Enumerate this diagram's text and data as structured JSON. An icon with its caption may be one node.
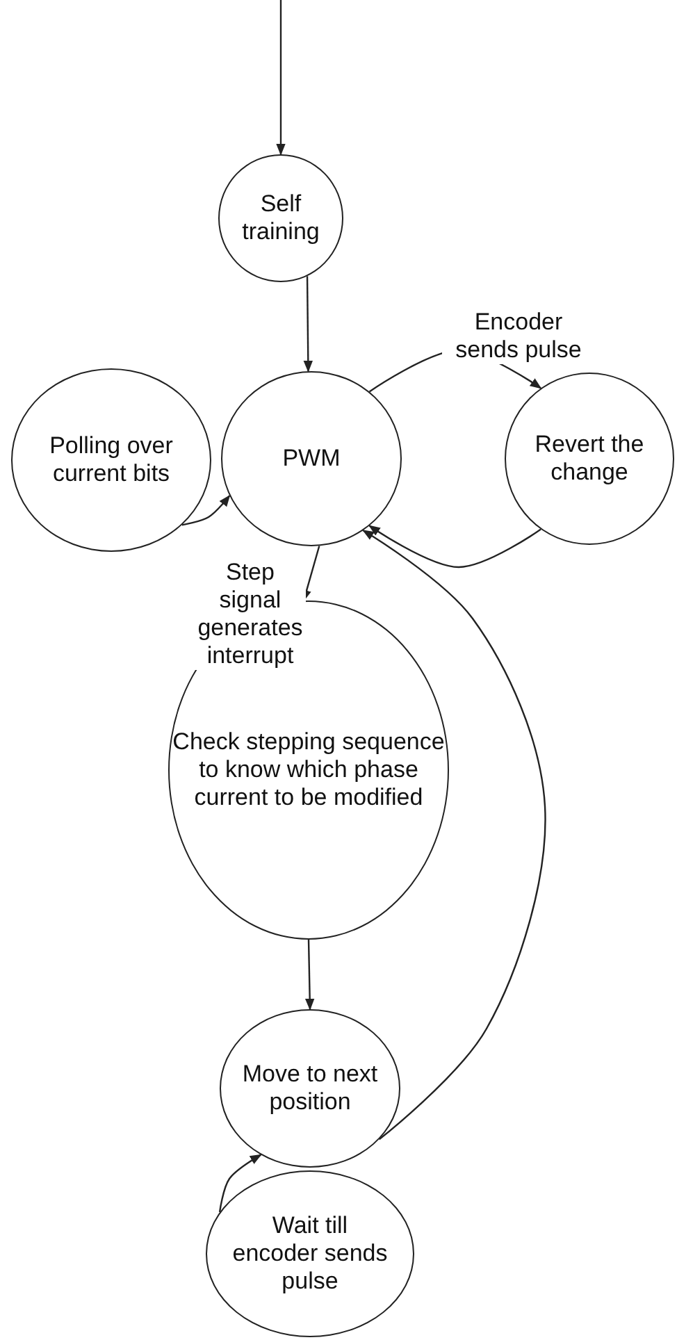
{
  "diagram": {
    "nodes": [
      {
        "text": [
          "Self training"
        ]
      },
      {
        "text": [
          "PWM"
        ]
      },
      {
        "text": [
          "Polling over current bits"
        ]
      },
      {
        "text": [
          "Revert the change"
        ]
      },
      {
        "text": [
          "Check stepping sequence to know which phase current to be modified"
        ]
      },
      {
        "text": [
          "Move to next position"
        ]
      },
      {
        "text": [
          "Wait till encoder sends pulse"
        ]
      }
    ],
    "edges": [
      {
        "from": null,
        "to": 0,
        "arrow": "to"
      },
      {
        "from": 0,
        "to": 1,
        "arrow": "to"
      },
      {
        "from": 1,
        "to": 3,
        "arrow": "to",
        "label": "Encoder sends pulse"
      },
      {
        "from": 3,
        "to": 1,
        "arrow": "to"
      },
      {
        "from": 2,
        "to": 1,
        "arrow": "to"
      },
      {
        "from": 1,
        "to": 4,
        "arrow": "to",
        "label": "Step signal generates interrupt"
      },
      {
        "from": 4,
        "to": 5,
        "arrow": "to"
      },
      {
        "from": 6,
        "to": 5,
        "arrow": "to"
      },
      {
        "from": 5,
        "to": 1,
        "arrow": "to"
      }
    ]
  }
}
